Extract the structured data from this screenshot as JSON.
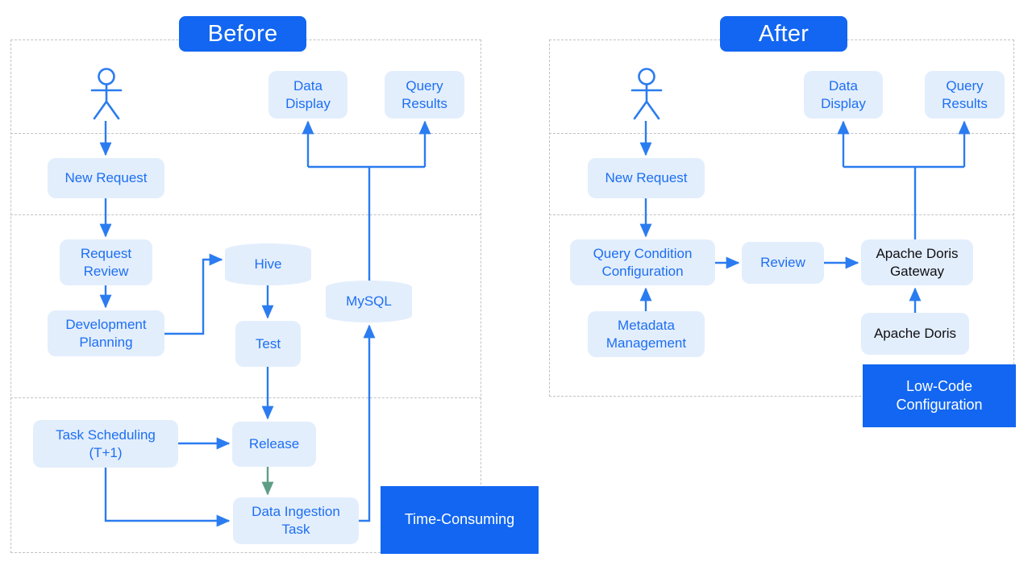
{
  "colors": {
    "accent": "#1266f1",
    "node_fill": "#e3eefc",
    "node_text": "#1d6ff2",
    "dark_text": "#0f0f14",
    "arrow_blue": "#2b7cf0",
    "arrow_green": "#5f9e86",
    "dashed_border": "#c2c2c2",
    "page_background": "#ffffff"
  },
  "before": {
    "title": "Before",
    "callout": "Time-Consuming",
    "actor_name": "user-actor",
    "nodes": [
      {
        "id": "new-request",
        "label": "New Request"
      },
      {
        "id": "data-display",
        "label": "Data\nDisplay"
      },
      {
        "id": "query-results",
        "label": "Query\nResults"
      },
      {
        "id": "request-review",
        "label": "Request\nReview"
      },
      {
        "id": "development-planning",
        "label": "Development\nPlanning"
      },
      {
        "id": "hive",
        "label": "Hive"
      },
      {
        "id": "test",
        "label": "Test"
      },
      {
        "id": "mysql",
        "label": "MySQL"
      },
      {
        "id": "task-scheduling",
        "label": "Task Scheduling\n(T+1)"
      },
      {
        "id": "release",
        "label": "Release"
      },
      {
        "id": "data-ingestion-task",
        "label": "Data Ingestion\nTask"
      }
    ],
    "labels": {
      "new_request": "New Request",
      "data_display": "Data Display",
      "query_results": "Query Results",
      "request_review": "Request Review",
      "development_planning": "Development Planning",
      "hive": "Hive",
      "test": "Test",
      "mysql": "MySQL",
      "task_scheduling": "Task Scheduling (T+1)",
      "release": "Release",
      "data_ingestion_task": "Data Ingestion Task"
    },
    "lines": {
      "data_display_l1": "Data",
      "data_display_l2": "Display",
      "query_results_l1": "Query",
      "query_results_l2": "Results",
      "request_review_l1": "Request",
      "request_review_l2": "Review",
      "development_planning_l1": "Development",
      "development_planning_l2": "Planning",
      "task_scheduling_l1": "Task Scheduling",
      "task_scheduling_l2": "(T+1)",
      "data_ingestion_l1": "Data Ingestion",
      "data_ingestion_l2": "Task"
    }
  },
  "after": {
    "title": "After",
    "callout_l1": "Low-Code",
    "callout_l2": "Configuration",
    "callout": "Low-Code Configuration",
    "actor_name": "user-actor",
    "labels": {
      "new_request": "New Request",
      "data_display": "Data Display",
      "query_results": "Query Results",
      "query_condition_configuration": "Query Condition Configuration",
      "review": "Review",
      "apache_doris_gateway": "Apache Doris Gateway",
      "apache_doris": "Apache Doris",
      "metadata_management": "Metadata Management"
    },
    "lines": {
      "data_display_l1": "Data",
      "data_display_l2": "Display",
      "query_results_l1": "Query",
      "query_results_l2": "Results",
      "query_condition_l1": "Query Condition",
      "query_condition_l2": "Configuration",
      "metadata_l1": "Metadata",
      "metadata_l2": "Management",
      "gateway_l1": "Apache Doris",
      "gateway_l2": "Gateway",
      "apache_doris": "Apache Doris",
      "review": "Review",
      "new_request": "New Request"
    }
  }
}
